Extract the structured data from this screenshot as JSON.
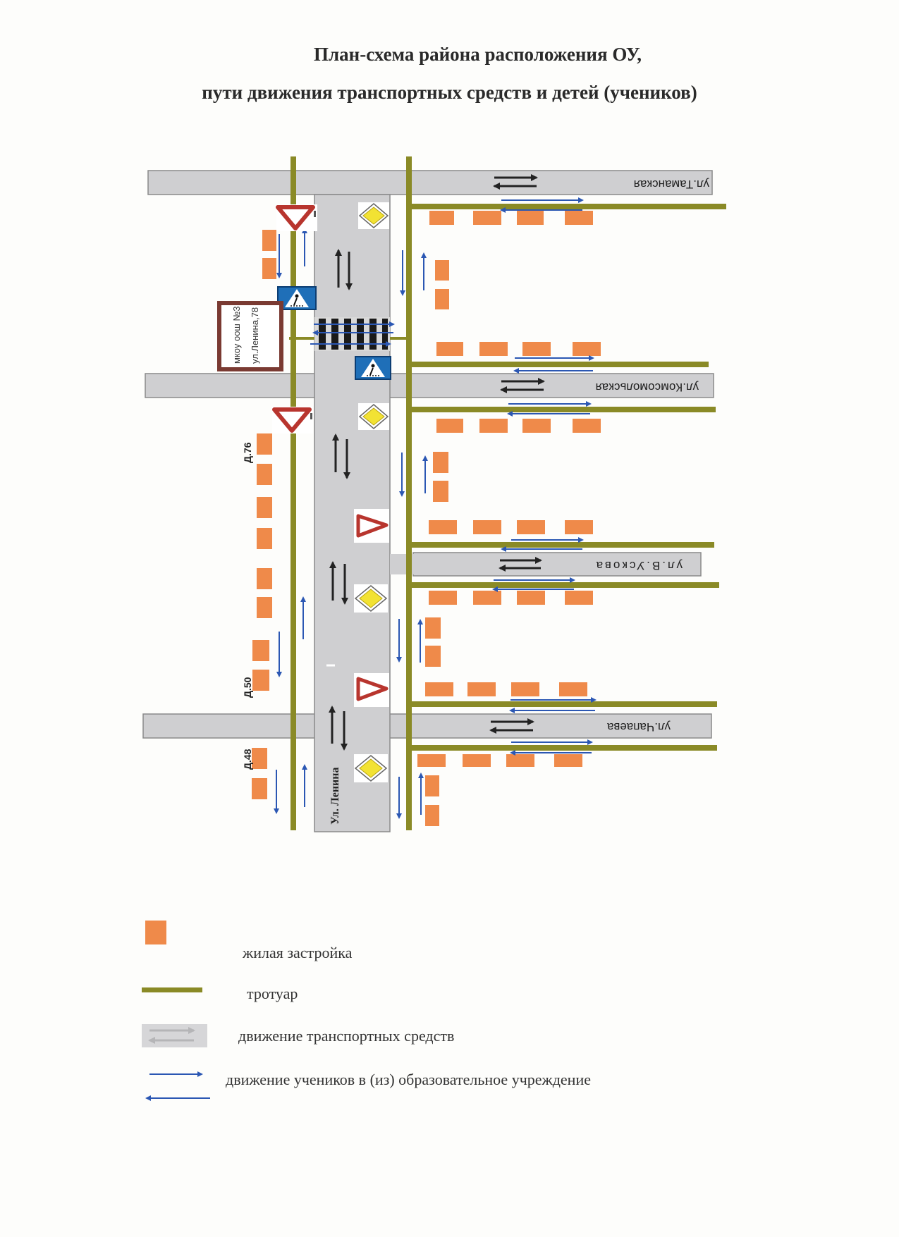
{
  "title": {
    "line1": "План-схема района расположения ОУ,",
    "line2": "пути движения транспортных средств и детей (учеников)"
  },
  "streets": {
    "tamanskaya": "ул.Таманская",
    "komsomolskaya": "ул.Комсомольская",
    "uskova": "ул.В.Ускова",
    "chapaeva": "ул.Чапаева",
    "lenina": "Ул. Ленина"
  },
  "school": {
    "name": "мкоу оош №3",
    "address": "ул.Ленина,78"
  },
  "houses": {
    "d76": "Д.76",
    "d50": "Д.50",
    "d48": "Д.48"
  },
  "legend": {
    "housing": "жилая застройка",
    "sidewalk": "тротуар",
    "traffic": "движение транспортных средств",
    "students": "движение учеников в (из) образовательное учреждение"
  },
  "colors": {
    "road": "#cfcfd1",
    "sidewalk": "#8a8a26",
    "house": "#ef8a4a",
    "student_arrow": "#2b57b3",
    "sign_red": "#b8352e",
    "sign_yellow": "#f2e233",
    "crossing_blue": "#1f6fb8"
  },
  "icons": {
    "yield_sign": "yield-sign-icon",
    "priority_road_sign": "priority-road-sign-icon",
    "pedestrian_crossing_sign": "pedestrian-crossing-sign-icon"
  }
}
